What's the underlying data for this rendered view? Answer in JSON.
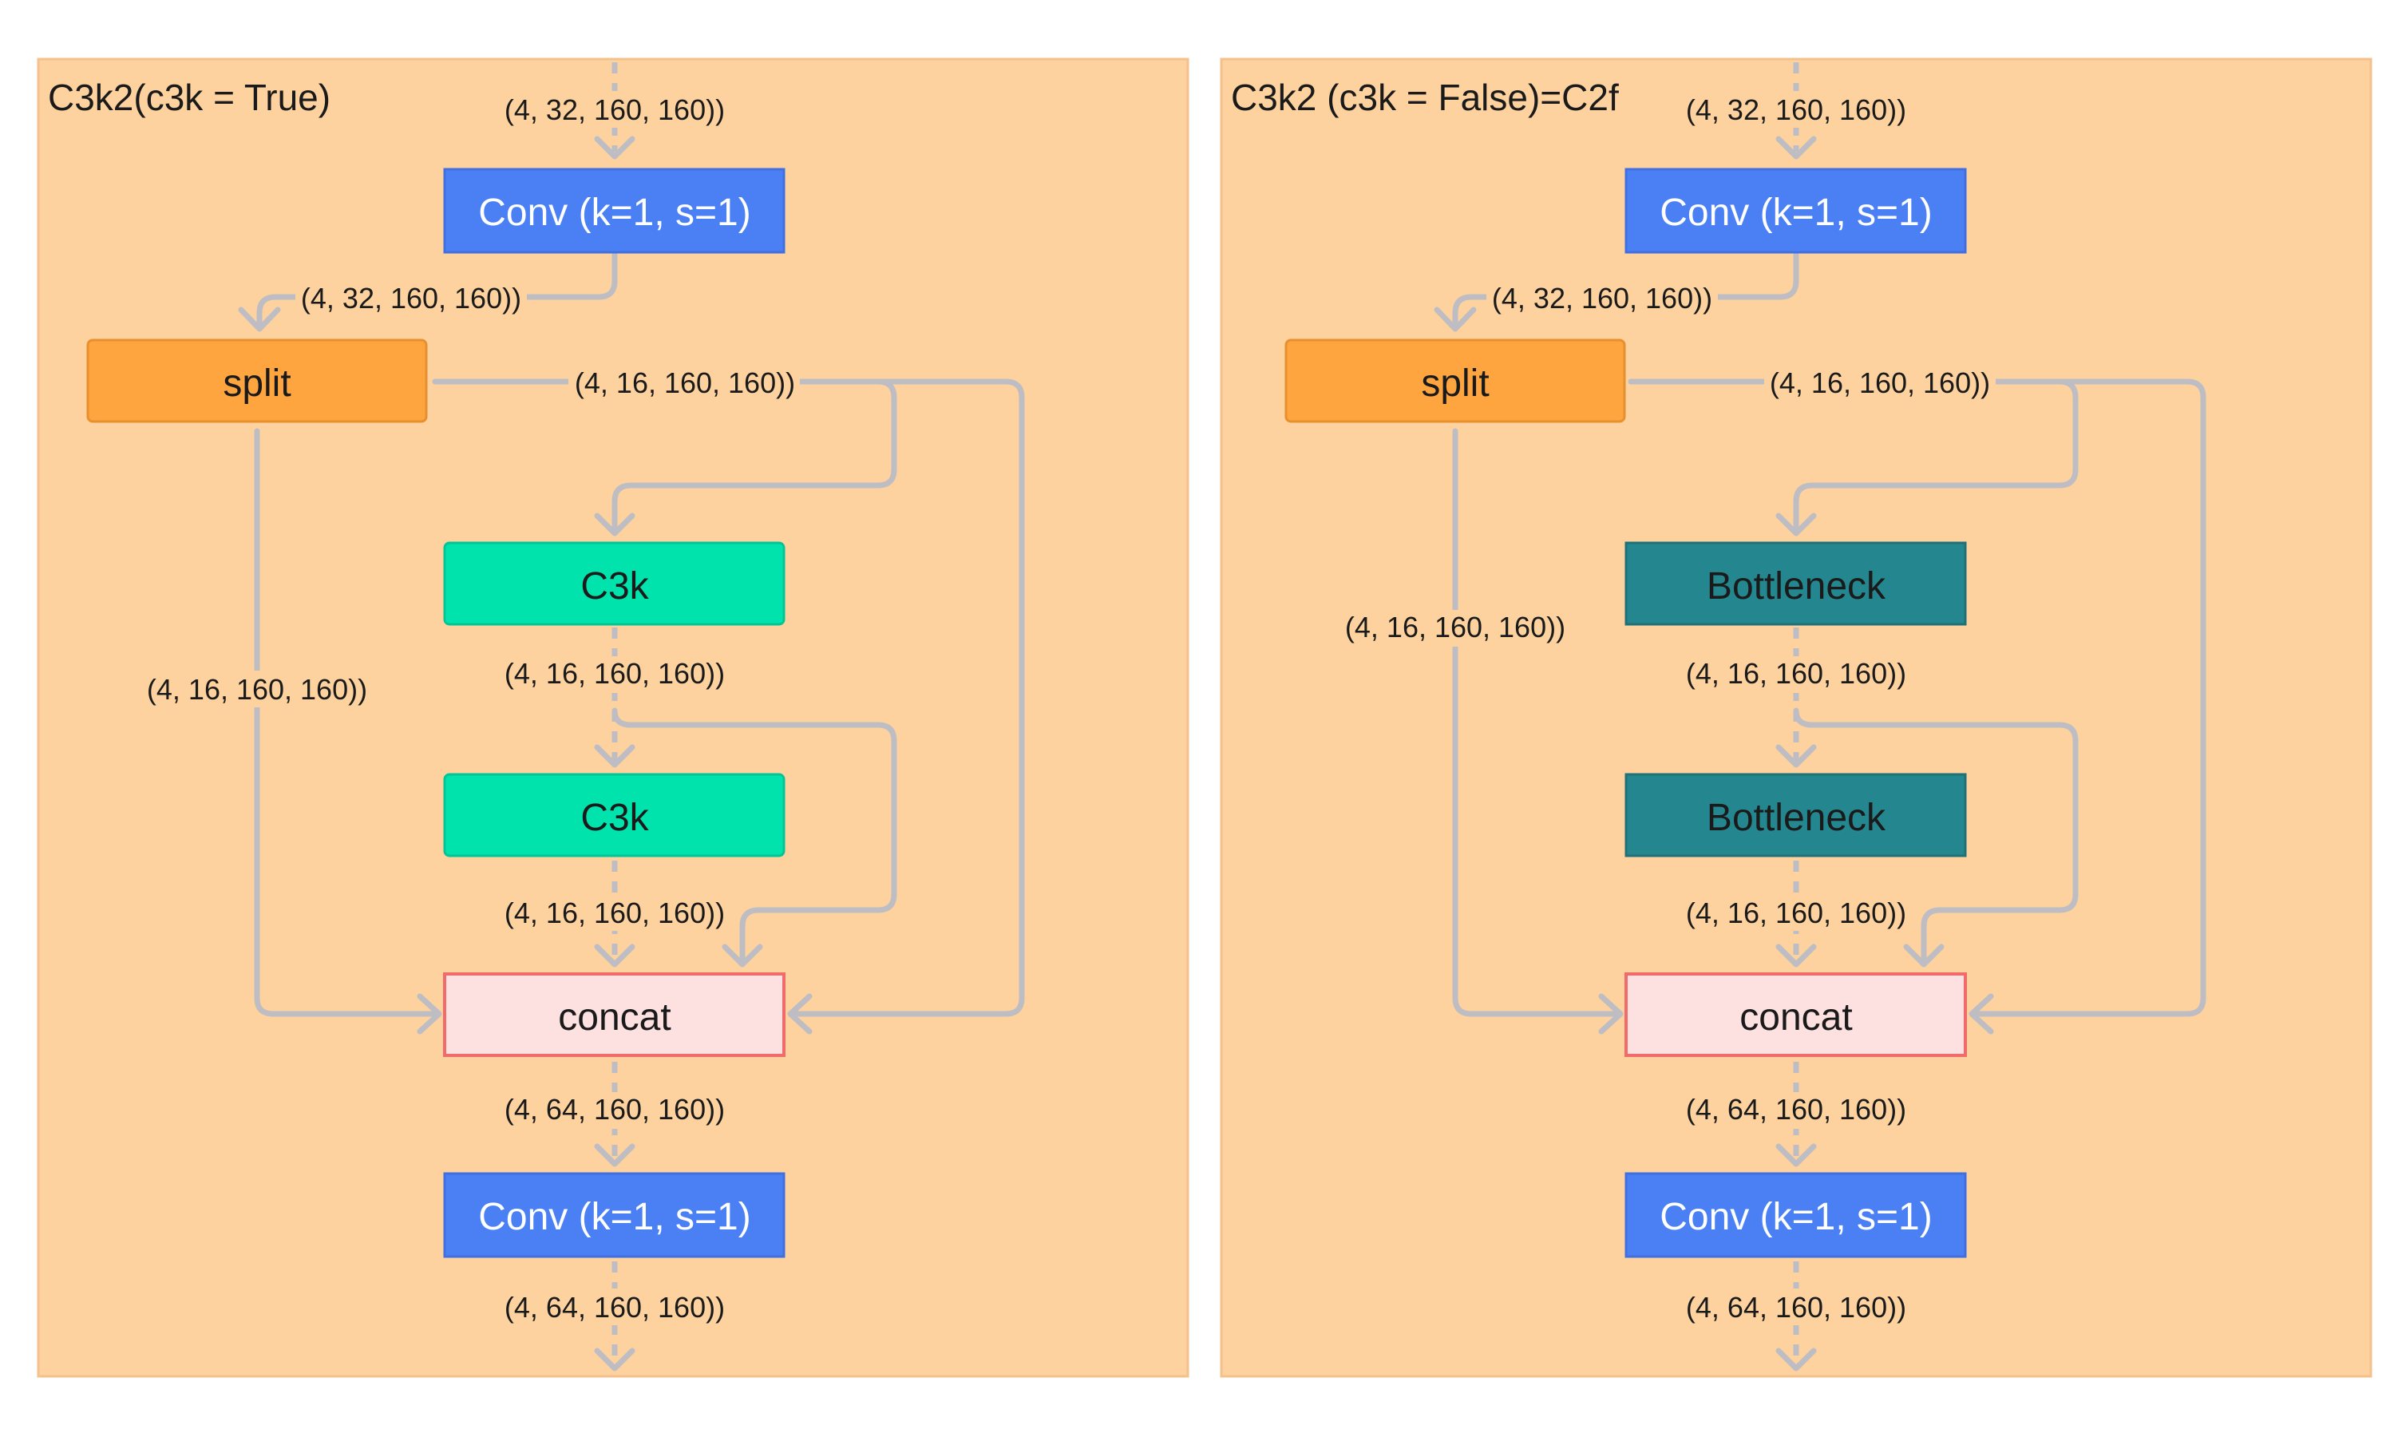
{
  "panels": [
    {
      "title": "C3k2(c3k = True)",
      "conv_in": "Conv (k=1, s=1)",
      "split": "split",
      "block1": "C3k",
      "block2": "C3k",
      "concat": "concat",
      "conv_out": "Conv (k=1, s=1)",
      "dims": {
        "input": "(4, 32, 160, 160))",
        "after_conv": "(4, 32, 160, 160))",
        "split_right": "(4, 16, 160, 160))",
        "split_left": "(4, 16, 160, 160))",
        "after_block1": "(4, 16, 160, 160))",
        "after_block2": "(4, 16, 160, 160))",
        "after_concat": "(4, 64, 160, 160))",
        "output": "(4, 64, 160, 160))"
      }
    },
    {
      "title": "C3k2 (c3k = False)=C2f",
      "conv_in": "Conv (k=1, s=1)",
      "split": "split",
      "block1": "Bottleneck",
      "block2": "Bottleneck",
      "concat": "concat",
      "conv_out": "Conv (k=1, s=1)",
      "dims": {
        "input": "(4, 32, 160, 160))",
        "after_conv": "(4, 32, 160, 160))",
        "split_right": "(4, 16, 160, 160))",
        "split_left": "(4, 16, 160, 160))",
        "after_block1": "(4, 16, 160, 160))",
        "after_block2": "(4, 16, 160, 160))",
        "after_concat": "(4, 64, 160, 160))",
        "output": "(4, 64, 160, 160))"
      }
    }
  ],
  "colors": {
    "panel_fill": "#FDD29F",
    "conv": "#4B80F5",
    "split": "#FFA53F",
    "c3k": "#00E3AC",
    "bottleneck": "#24878F",
    "concat_fill": "#FDE1E1",
    "concat_border": "#F26B6B",
    "edge": "#BDBDC3"
  }
}
